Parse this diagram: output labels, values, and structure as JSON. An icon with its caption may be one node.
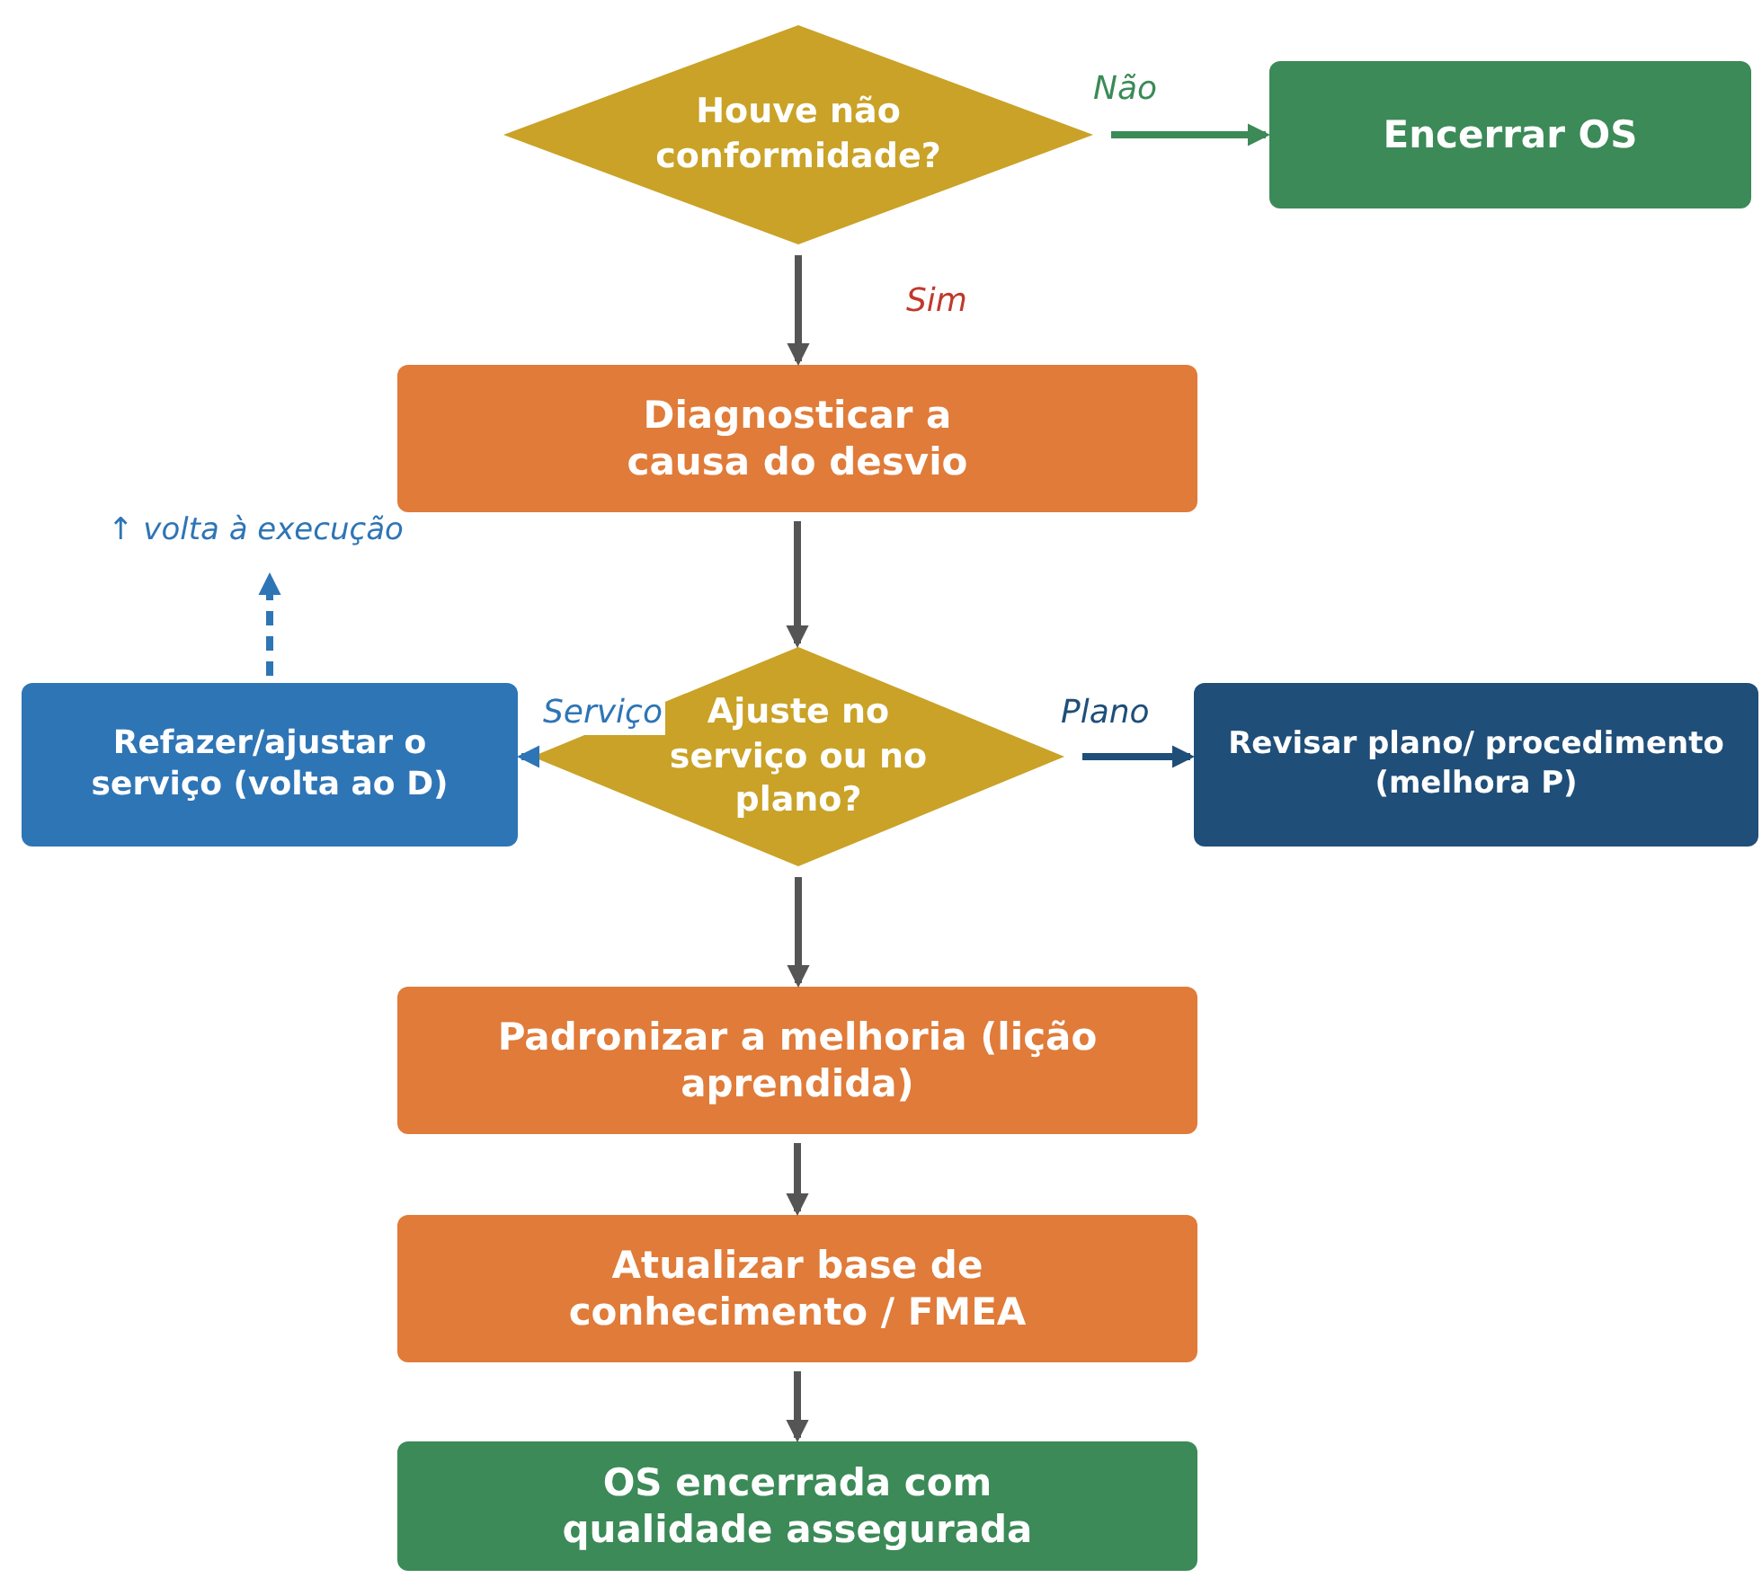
{
  "diagram": {
    "nodes": [
      {
        "text": [
          "Houve não conformidade?"
        ]
      },
      {
        "text": [
          "Encerrar OS"
        ]
      },
      {
        "text": [
          "Diagnosticar a causa do desvio"
        ]
      },
      {
        "text": [
          "Ajuste no serviço ou no plano?"
        ]
      },
      {
        "text": [
          "Refazer/ajustar o serviço (volta ao D)"
        ]
      },
      {
        "text": [
          "Revisar plano/ procedimento (melhora P)"
        ]
      },
      {
        "text": [
          "Padronizar a melhoria (lição aprendida)"
        ]
      },
      {
        "text": [
          "Atualizar base de conhecimento / FMEA"
        ]
      },
      {
        "text": [
          "OS encerrada com qualidade assegurada"
        ]
      },
      {
        "text": [
          "↑ volta à execução"
        ]
      }
    ],
    "edges": [
      {
        "from": 0,
        "to": 1,
        "arrow": "to",
        "label": "Não",
        "color": "#3b8a57"
      },
      {
        "from": 0,
        "to": 2,
        "arrow": "to",
        "label": "Sim"
      },
      {
        "from": 2,
        "to": 3,
        "arrow": "to"
      },
      {
        "from": 3,
        "to": 4,
        "arrow": "to",
        "label": "Serviço",
        "color": "#2e75b6"
      },
      {
        "from": 3,
        "to": 5,
        "arrow": "to",
        "label": "Plano",
        "color": "#1f4e79"
      },
      {
        "from": 3,
        "to": 6,
        "arrow": "to"
      },
      {
        "from": 4,
        "to": 9,
        "arrow": "to",
        "style": "dashed",
        "color": "#2e75b6"
      },
      {
        "from": 6,
        "to": 7,
        "arrow": "to"
      },
      {
        "from": 7,
        "to": 8,
        "arrow": "to"
      }
    ]
  }
}
